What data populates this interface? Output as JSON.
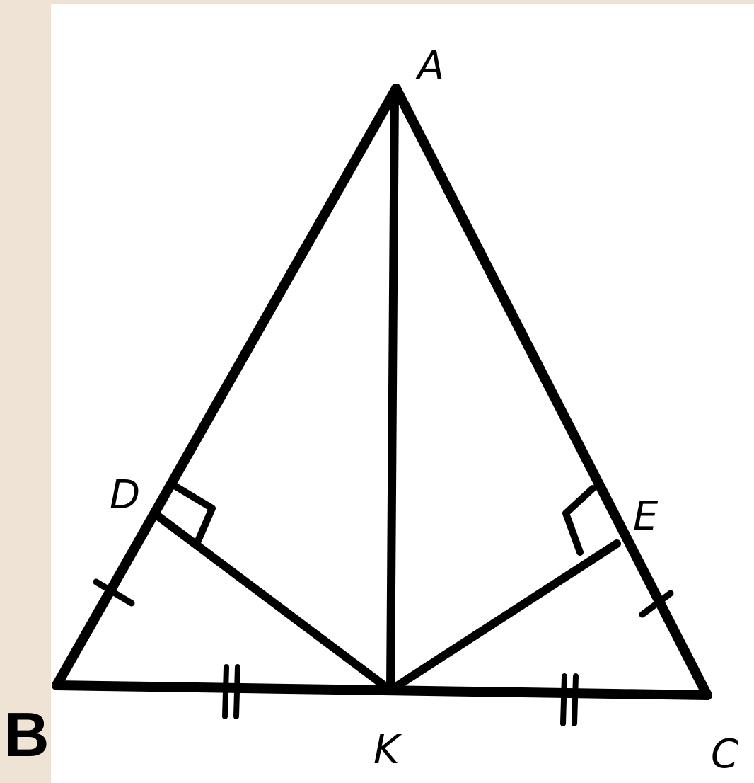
{
  "diagram": {
    "vertices": {
      "A": "A",
      "B": "B",
      "C": "C",
      "D": "D",
      "E": "E",
      "K": "K"
    }
  }
}
